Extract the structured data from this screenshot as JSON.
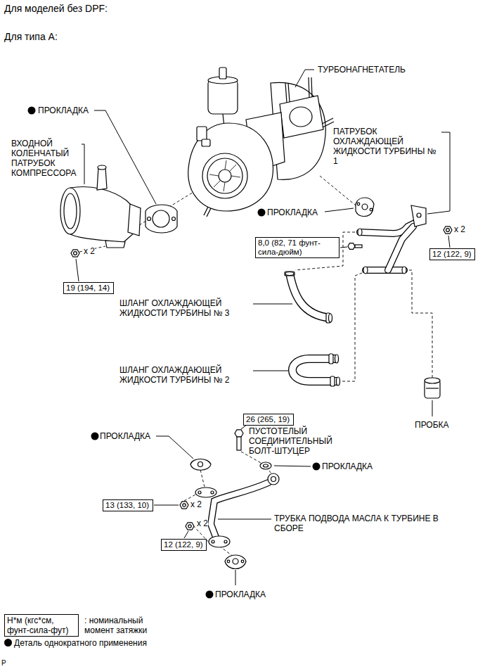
{
  "diagram": {
    "title": "Для моделей без DPF:",
    "nodes": [
      {
        "text": [
          "8,0 (82, 71 фунт-сила-дюйм)"
        ]
      },
      {
        "text": [
          "12 (122, 9)"
        ]
      },
      {
        "text": [
          "19 (194, 14)"
        ]
      },
      {
        "text": [
          "26 (265, 19)"
        ]
      },
      {
        "text": [
          "13 (133, 10)"
        ]
      },
      {
        "text": [
          "12 (122, 9)"
        ]
      },
      {
        "text": [
          "Н*м (кгс*см, фунт-сила-фут)"
        ]
      }
    ],
    "labels": [
      "Для типа A:",
      "ТУРБОНАГНЕТАТЕЛЬ",
      "ПРОКЛАДКА",
      "ВХОДНОЙ КОЛЕНЧАТЫЙ ПАТРУБОК КОМПРЕССОРА",
      "ПАТРУБОК ОХЛАЖДАЮЩЕЙ ЖИДКОСТИ ТУРБИНЫ № 1",
      "ПРОКЛАДКА",
      "x 2",
      "x 2",
      "ШЛАНГ ОХЛАЖДАЮЩЕЙ ЖИДКОСТИ ТУРБИНЫ № 3",
      "ШЛАНГ ОХЛАЖДАЮЩЕЙ ЖИДКОСТИ ТУРБИНЫ № 2",
      "ПРОБКА",
      "ПРОКЛАДКА",
      "ПУСТОТЕЛЫЙ СОЕДИНИТЕЛЬНЫЙ БОЛТ-ШТУЦЕР",
      "ПРОКЛАДКА",
      "x 2",
      "x 2",
      "ТРУБКА ПОДВОДА МАСЛА К ТУРБИНЕ В СБОРЕ",
      "ПРОКЛАДКА",
      "P"
    ],
    "legend": [
      {
        "text": ": номинальный момент затяжки"
      },
      {
        "text": "Деталь однократного применения",
        "color": "#000000"
      }
    ]
  }
}
